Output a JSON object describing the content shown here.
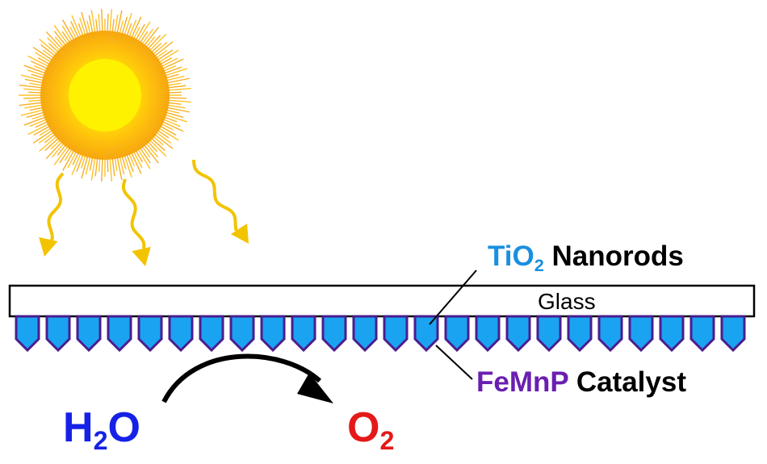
{
  "colors": {
    "tio2": "#1A8FE0",
    "fecat": "#6A1FB0",
    "h2o": "#1521E6",
    "o2": "#E51919",
    "sun_core": "#FFF000",
    "sun_ray": "#F5A800",
    "light_arrow": "#F2C400",
    "nanorod_fill": "#1AA3F0",
    "nanorod_edge": "#4B1D8F"
  },
  "labels": {
    "tio2_formula_main": "TiO",
    "tio2_formula_sub": "2",
    "tio2_suffix": " Nanorods",
    "fecat_name": "FeMnP",
    "fecat_suffix": " Catalyst",
    "glass": "Glass",
    "h2o_h": "H",
    "h2o_sub": "2",
    "h2o_o": "O",
    "o2_main": "O",
    "o2_sub": "2"
  },
  "icons": {
    "sun": "sun-icon",
    "light": "light-ray-arrow-icon",
    "reaction": "curved-arrow-icon"
  }
}
